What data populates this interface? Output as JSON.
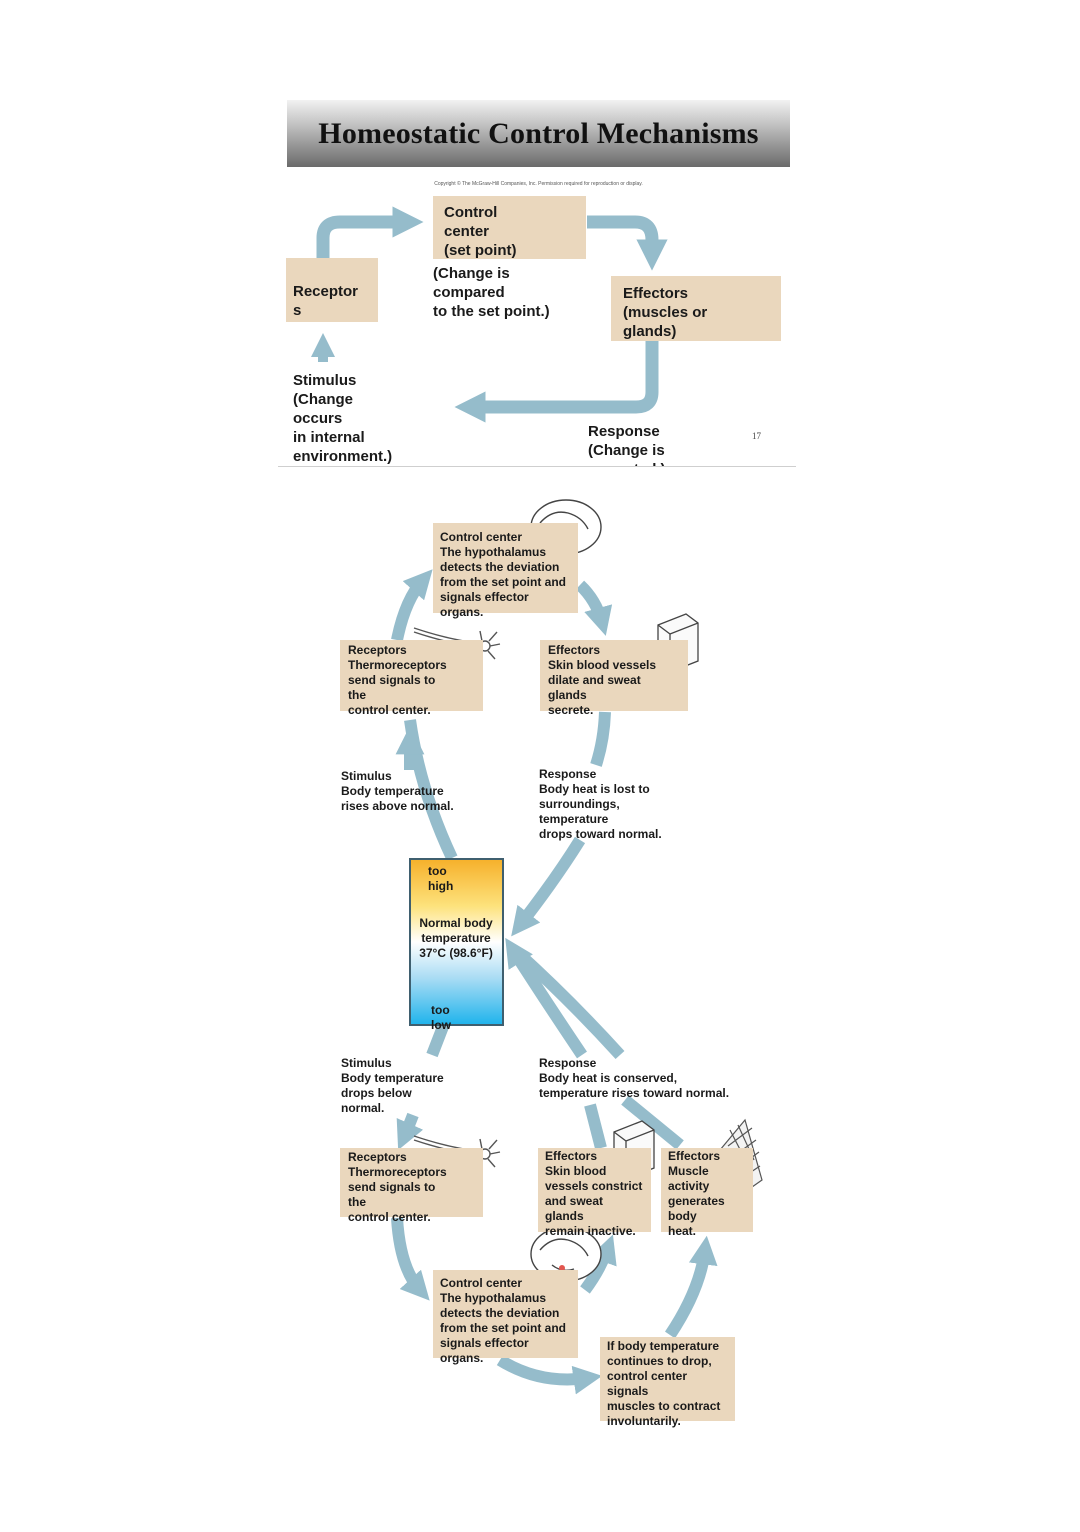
{
  "slide": {
    "title": "Homeostatic Control Mechanisms",
    "copyright": "Copyright © The McGraw-Hill Companies, Inc. Permission required for reproduction or display.",
    "control_center": "Control\ncenter\n(set point)",
    "comparison_note": "(Change is\ncompared\nto the set point.)",
    "receptors": "Receptor\ns",
    "effectors": "Effectors\n(muscles or\nglands)",
    "stimulus": "Stimulus\n(Change\noccurs\nin internal\nenvironment.)",
    "response": "Response\n(Change is\ncorrected.)",
    "page_number": "17"
  },
  "thermo": {
    "upper": {
      "control_center": "Control center\nThe hypothalamus\ndetects the deviation\nfrom the set point and\nsignals effector\norgans.",
      "receptors": "Receptors\nThermoreceptors\nsend signals to\nthe\ncontrol center.",
      "effectors": "Effectors\nSkin blood vessels\ndilate and sweat\nglands\nsecrete.",
      "stimulus": "Stimulus\nBody temperature\nrises above normal.",
      "response": "Response\nBody heat is lost to\nsurroundings,\ntemperature\ndrops toward normal."
    },
    "thermometer": {
      "too_high": "too\nhigh",
      "normal": "Normal body\ntemperature\n37°C (98.6°F)",
      "too_low": "too\nlow"
    },
    "lower": {
      "stimulus": "Stimulus\nBody temperature\ndrops below\nnormal.",
      "response": "Response\nBody heat is conserved,\ntemperature rises toward normal.",
      "receptors": "Receptors\nThermoreceptors\nsend signals to\nthe\ncontrol center.",
      "effectors_skin": "Effectors\nSkin blood\nvessels constrict\nand sweat\nglands\nremain inactive.",
      "effectors_muscle": "Effectors\nMuscle\nactivity\ngenerates\nbody\nheat.",
      "control_center": "Control center\nThe hypothalamus\ndetects the deviation\nfrom the set point and\nsignals effector\norgans.",
      "shivering": "If body temperature\ncontinues to drop,\ncontrol center\nsignals\nmuscles to contract\ninvoluntarily."
    }
  },
  "colors": {
    "arrow": "#95bccb",
    "box": "#ead7bd",
    "thermo_hot": "#f6b12c",
    "thermo_cold": "#21b4ec"
  }
}
